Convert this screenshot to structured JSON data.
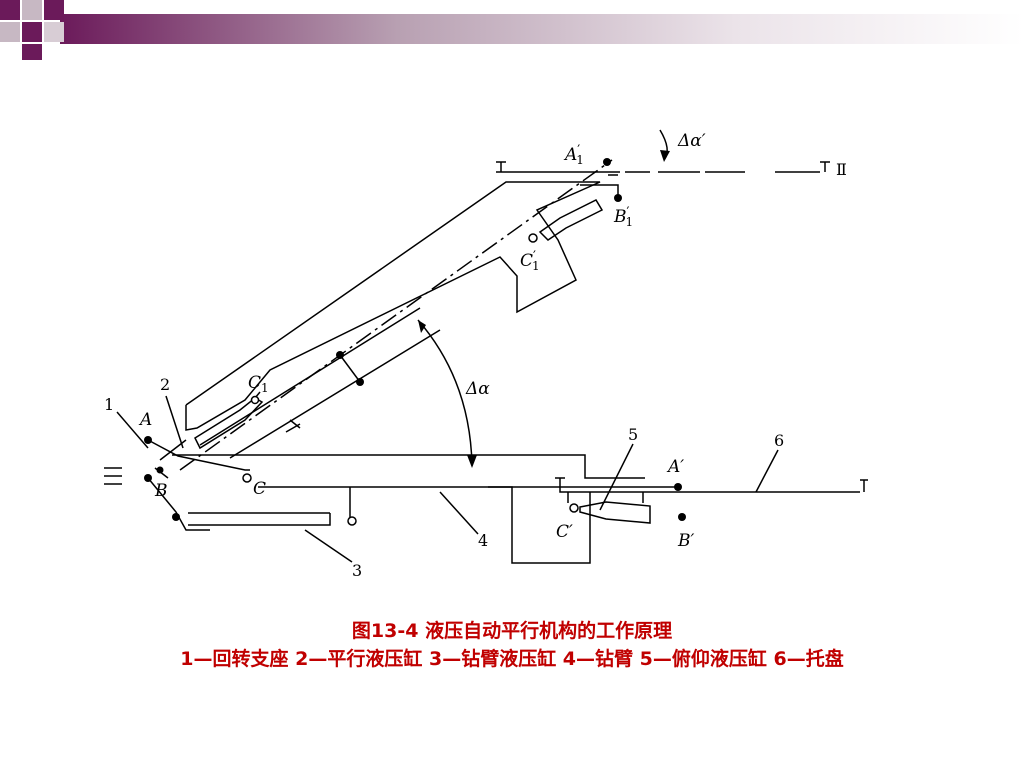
{
  "slide": {
    "colors": {
      "accent": "#6b1a5a",
      "caption": "#c00000"
    },
    "figure": {
      "labels": {
        "A": "A",
        "B": "B",
        "C": "C",
        "C1": "C",
        "C1_sub": "1",
        "A1p": "A",
        "A1p_sub": "1",
        "A1p_prime": "′",
        "B1p": "B",
        "B1p_sub": "1",
        "B1p_prime": "′",
        "C1p": "C",
        "C1p_sub": "1",
        "C1p_prime": "′",
        "Ap": "A′",
        "Bp": "B′",
        "Cp": "C′",
        "delta_alpha": "Δα",
        "delta_alpha_prime": "Δα′",
        "roman_II": "Ⅱ",
        "n1": "1",
        "n2": "2",
        "n3": "3",
        "n4": "4",
        "n5": "5",
        "n6": "6"
      }
    },
    "caption": {
      "title": "图13-4 液压自动平行机构的工作原理",
      "legend": "1—回转支座 2—平行液压缸 3—钻臂液压缸 4—钻臂 5—俯仰液压缸 6—托盘"
    }
  }
}
